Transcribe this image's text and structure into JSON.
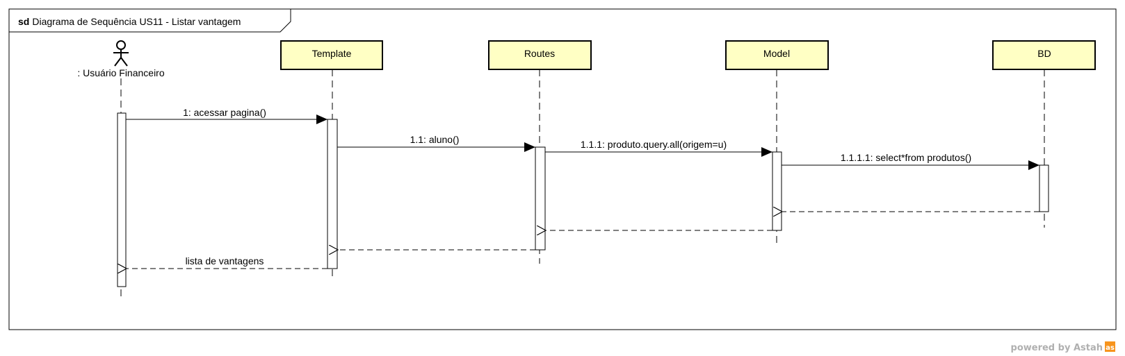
{
  "frame": {
    "keyword": "sd",
    "title": "Diagrama de Sequência US11 - Listar vantagem"
  },
  "actor": {
    "name": ": Usuário Financeiro"
  },
  "lifelines": [
    {
      "id": "template",
      "name": "Template"
    },
    {
      "id": "routes",
      "name": "Routes"
    },
    {
      "id": "model",
      "name": "Model"
    },
    {
      "id": "bd",
      "name": "BD"
    }
  ],
  "messages": [
    {
      "id": "m1",
      "label": "1: acessar pagina()",
      "kind": "sync"
    },
    {
      "id": "m2",
      "label": "1.1: aluno()",
      "kind": "sync"
    },
    {
      "id": "m3",
      "label": "1.1.1: produto.query.all(origem=u)",
      "kind": "sync"
    },
    {
      "id": "m4",
      "label": "1.1.1.1: select*from produtos()",
      "kind": "sync"
    },
    {
      "id": "r4",
      "label": "",
      "kind": "return"
    },
    {
      "id": "r3",
      "label": "",
      "kind": "return"
    },
    {
      "id": "r2",
      "label": "",
      "kind": "return"
    },
    {
      "id": "r1",
      "label": "lista de vantagens",
      "kind": "return"
    }
  ],
  "watermark": {
    "text": "powered by Astah",
    "logo_text": "as"
  },
  "colors": {
    "lifeline_fill": "#ffffc4",
    "line": "#000000",
    "watermark": "#b0b0b0",
    "logo": "#f7941d"
  }
}
